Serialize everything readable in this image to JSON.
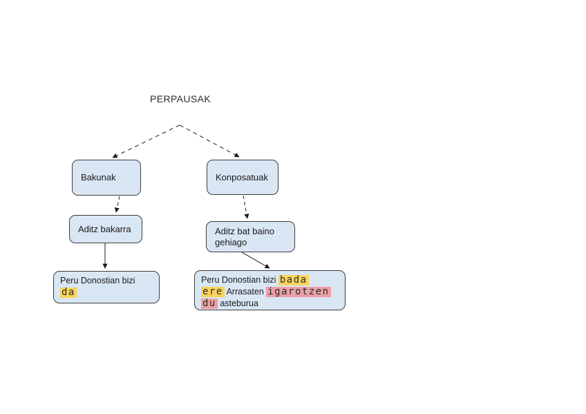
{
  "diagram": {
    "title": "PERPAUSAK",
    "nodes": {
      "bakunak": {
        "label": "Bakunak"
      },
      "konposatuak": {
        "label": "Konposatuak"
      },
      "aditz_bakarra": {
        "label": "Aditz bakarra"
      },
      "aditz_bat_baino_gehiago": {
        "label": "Aditz bat baino gehiago"
      },
      "example_simple": {
        "full_text": "Peru Donostian bizi da",
        "plain1": "Peru Donostian bizi",
        "hl_da": "da"
      },
      "example_compound": {
        "full_text": "Peru Donostian bizi bada ere Arrasaten igarotzen du asteburua",
        "plain1": "Peru Donostian bizi ",
        "hl_bada": "bada",
        "hl_ere": "ere",
        "plain2": " Arrasaten ",
        "hl_igarotzen": "igarotzen",
        "hl_du": "du",
        "plain3": " asteburua"
      }
    },
    "edges": [
      {
        "from": "PERPAUSAK",
        "to": "Bakunak",
        "style": "dashed"
      },
      {
        "from": "PERPAUSAK",
        "to": "Konposatuak",
        "style": "dashed"
      },
      {
        "from": "Bakunak",
        "to": "Aditz bakarra",
        "style": "dashed"
      },
      {
        "from": "Konposatuak",
        "to": "Aditz bat baino gehiago",
        "style": "dashed"
      },
      {
        "from": "Aditz bakarra",
        "to": "Peru Donostian bizi da",
        "style": "solid"
      },
      {
        "from": "Aditz bat baino gehiago",
        "to": "Peru Donostian bizi bada ere Arrasaten igarotzen du asteburua",
        "style": "solid"
      }
    ],
    "colors": {
      "node_fill": "#d9e6f4",
      "node_border": "#3d3d3d",
      "highlight_yellow": "#f8d45a",
      "highlight_pink": "#eba0a5",
      "line": "#2e2e2e",
      "text": "#1a1a1a"
    }
  }
}
